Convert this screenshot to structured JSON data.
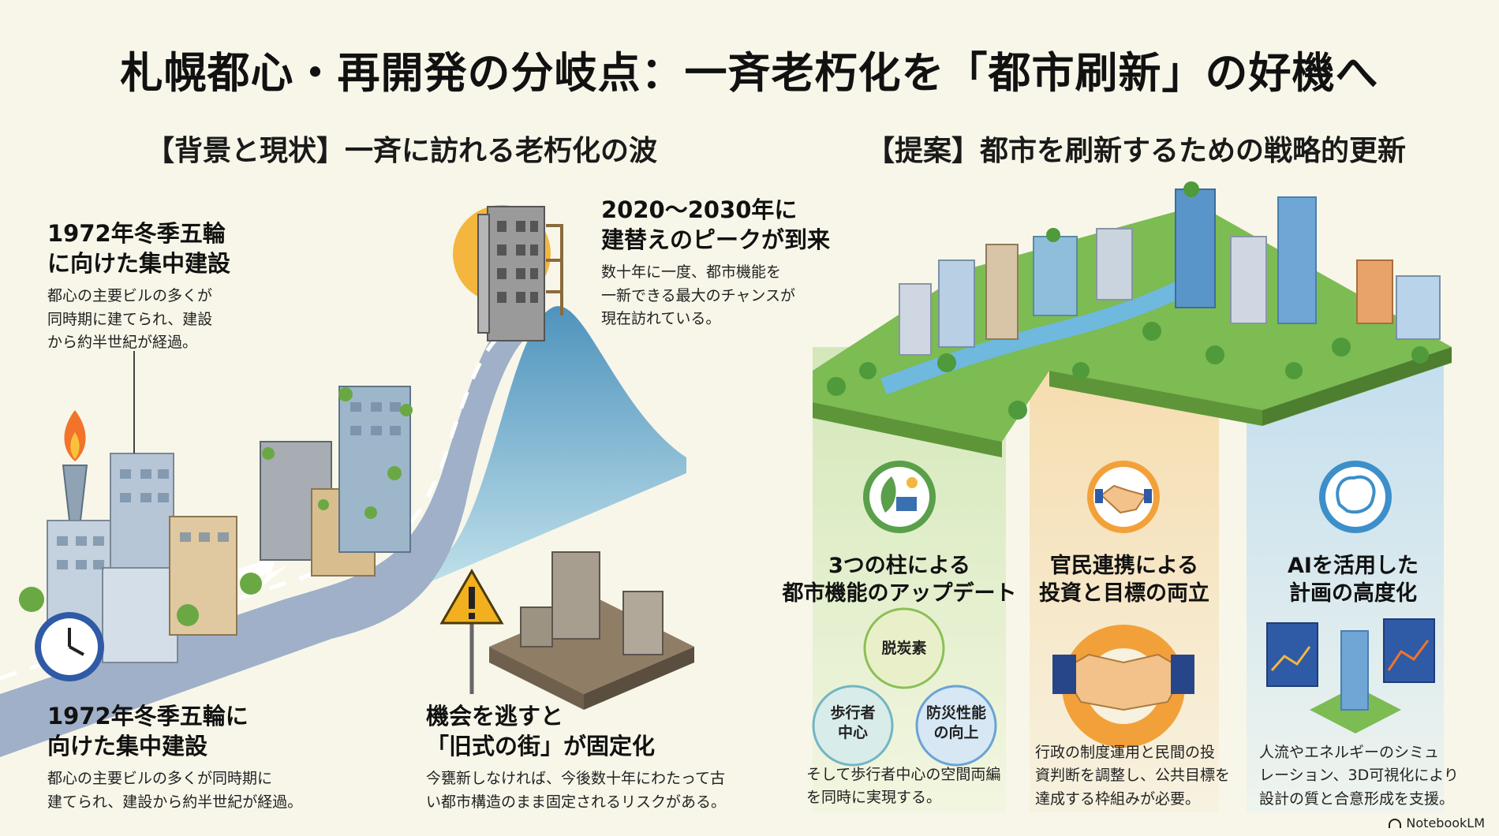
{
  "title": "札幌都心・再開発の分岐点：一斉老朽化を「都市刷新」の好機へ",
  "left": {
    "heading": "【背景と現状】一斉に訪れる老朽化の波",
    "callout1": {
      "title_line1": "1972年冬季五輪",
      "title_line2": "に向けた集中建設",
      "body": [
        "都心の主要ビルの多くが",
        "同時期に建てられ、建設",
        "から約半世紀が経過。"
      ]
    },
    "callout2": {
      "title_line1": "2020〜2030年に",
      "title_line2": "建替えのピークが到来",
      "body": [
        "数十年に一度、都市機能を",
        "一新できる最大のチャンスが",
        "現在訪れている。"
      ]
    },
    "callout3": {
      "title_line1": "1972年冬季五輪に",
      "title_line2": "向けた集中建設",
      "body": [
        "都心の主要ビルの多くが同時期に",
        "建てられ、建設から約半世紀が経過。"
      ]
    },
    "callout4": {
      "title_line1": "機会を逃すと",
      "title_line2": "「旧式の街」が固定化",
      "body": [
        "今甕新しなければ、今後数十年にわたって古",
        "い都市構造のまま固定されるリスクがある。"
      ]
    }
  },
  "right": {
    "heading": "【提案】都市を刷新するための戦略的更新",
    "pillars": [
      {
        "icon": "leaf-solar-icon",
        "title_line1": "3つの柱による",
        "title_line2": "都市機能のアップデート",
        "body": [
          "そして歩行者中心の空間両編",
          "を同時に実現する。"
        ]
      },
      {
        "icon": "handshake-icon",
        "title_line1": "官民連携による",
        "title_line2": "投資と目標の両立",
        "body": [
          "行政の制度運用と民間の投",
          "資判断を調整し、公共目標を",
          "達成する枠組みが必要。"
        ]
      },
      {
        "icon": "brain-icon",
        "title_line1": "AIを活用した",
        "title_line2": "計画の高度化",
        "body": [
          "人流やエネルギーのシミュ",
          "レーション、3D可視化により",
          "設計の質と合意形成を支援。"
        ]
      }
    ],
    "venn": {
      "top": "脱炭素",
      "left_line1": "歩行者",
      "left_line2": "中心",
      "right_line1": "防災性能",
      "right_line2": "の向上"
    }
  },
  "footer": {
    "brand": "NotebookLM"
  },
  "colors": {
    "green": "#4c9a4a",
    "orange": "#f0a53a",
    "blue": "#3d8fc9",
    "background": "#f7f6e9"
  }
}
